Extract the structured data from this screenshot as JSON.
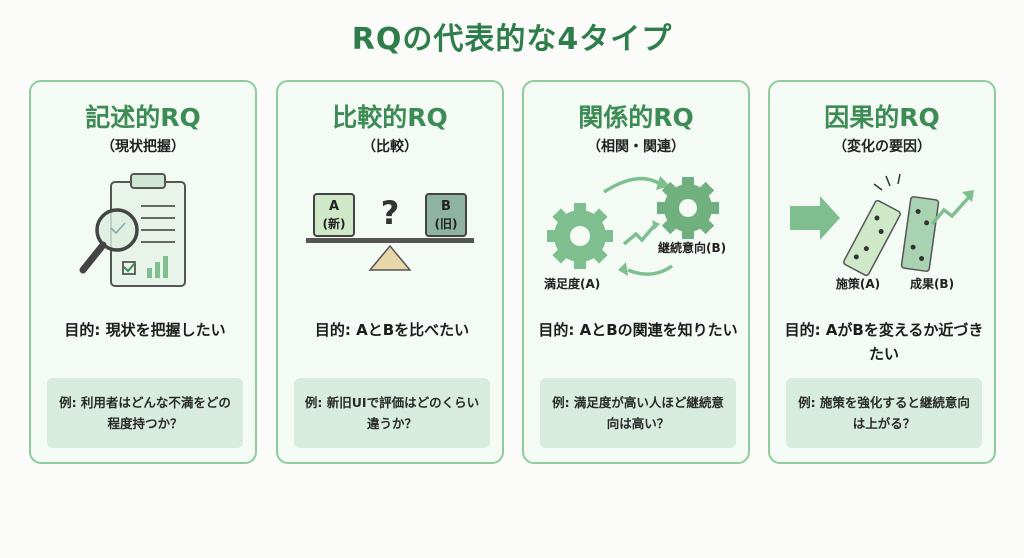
{
  "title": "RQの代表的な4タイプ",
  "colors": {
    "accent": "#2e7d4a",
    "border": "#8fcb9c",
    "example_bg": "#d7ebdf"
  },
  "cards": [
    {
      "title": "記述的RQ",
      "subtitle": "（現状把握）",
      "icon": "clipboard-magnifier-icon",
      "purpose": "目的: 現状を把握したい",
      "example": "例: 利用者はどんな不満をどの程度持つか？"
    },
    {
      "title": "比較的RQ",
      "subtitle": "（比較）",
      "icon": "balance-scale-icon",
      "labels": {
        "a_letter": "A",
        "a_sub": "(新)",
        "b_letter": "B",
        "b_sub": "(旧)",
        "question": "?"
      },
      "purpose": "目的: AとBを比べたい",
      "example": "例: 新旧UIで評価はどのくらい違うか？"
    },
    {
      "title": "関係的RQ",
      "subtitle": "（相関・関連）",
      "icon": "gears-icon",
      "labels": {
        "gear_a": "満足度(A)",
        "gear_b": "継続意向(B)"
      },
      "purpose": "目的: AとBの関連を知りたい",
      "example": "例: 満足度が高い人ほど継続意向は高い？"
    },
    {
      "title": "因果的RQ",
      "subtitle": "（変化の要因）",
      "icon": "dominoes-icon",
      "labels": {
        "cause": "施策(A)",
        "effect": "成果(B)"
      },
      "purpose": "目的: AがBを変えるか近づきたい",
      "example": "例: 施策を強化すると継続意向は上がる？"
    }
  ]
}
